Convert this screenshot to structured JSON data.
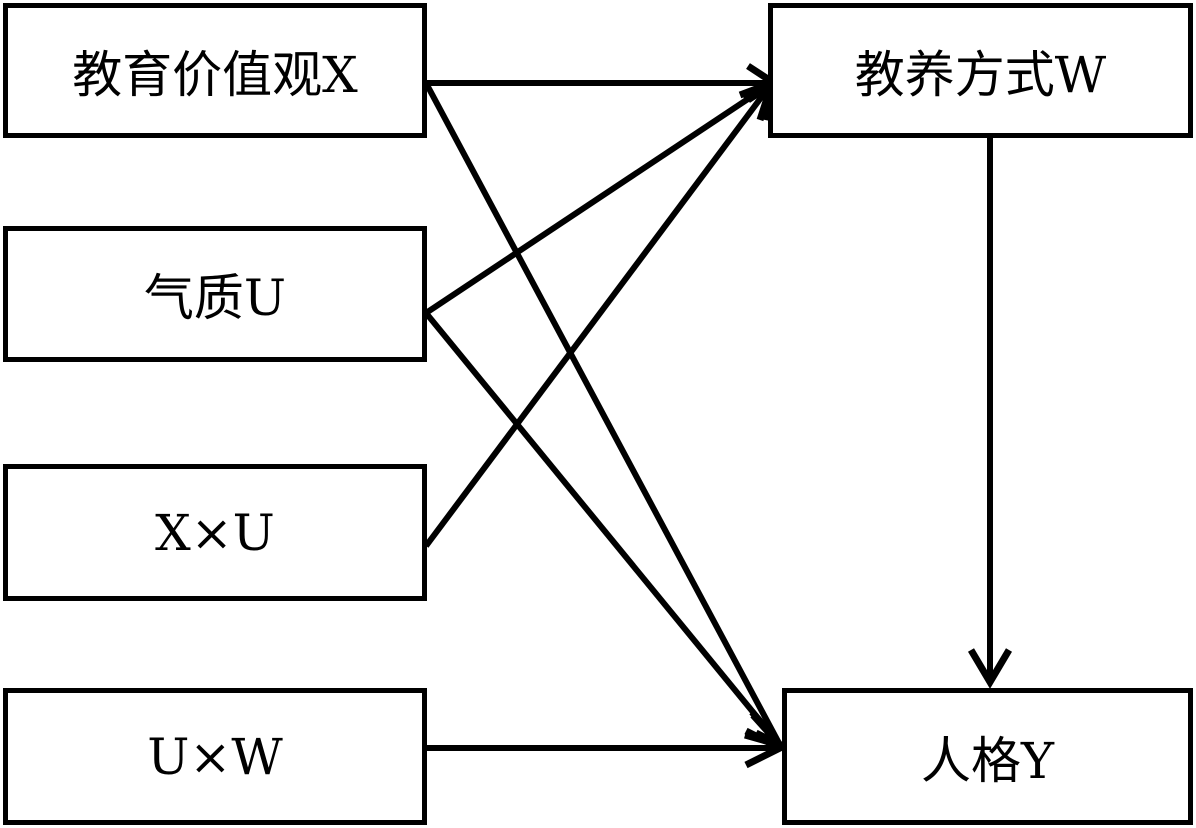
{
  "nodes": [
    {
      "id": "x",
      "label": "教育价值观X"
    },
    {
      "id": "u",
      "label": "气质U"
    },
    {
      "id": "xu",
      "label": "X×U"
    },
    {
      "id": "uw",
      "label": "U×W"
    },
    {
      "id": "w",
      "label": "教养方式W"
    },
    {
      "id": "y",
      "label": "人格Y"
    }
  ],
  "edges": [
    {
      "from": "x",
      "to": "w"
    },
    {
      "from": "x",
      "to": "y"
    },
    {
      "from": "u",
      "to": "w"
    },
    {
      "from": "u",
      "to": "y"
    },
    {
      "from": "xu",
      "to": "w"
    },
    {
      "from": "uw",
      "to": "y"
    },
    {
      "from": "w",
      "to": "y"
    }
  ],
  "colors": {
    "stroke": "#000000",
    "background": "#ffffff"
  }
}
